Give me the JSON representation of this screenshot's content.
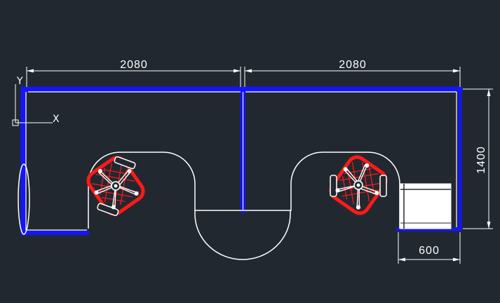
{
  "drawing": {
    "background": "#222830",
    "colors": {
      "wall": "#1414ff",
      "line": "#ffffff",
      "chair": "#ff1a1a"
    },
    "dimensions": {
      "left_width": "2080",
      "right_width": "2080",
      "height": "1400",
      "cabinet_width": "600"
    },
    "ucs": {
      "y_label": "Y",
      "x_label": "X"
    },
    "chairs": [
      {
        "name": "office-chair-left"
      },
      {
        "name": "office-chair-right"
      }
    ],
    "icons": [
      "ucs-icon",
      "office-chair-icon",
      "cabinet-icon",
      "door-swing-icon"
    ]
  }
}
